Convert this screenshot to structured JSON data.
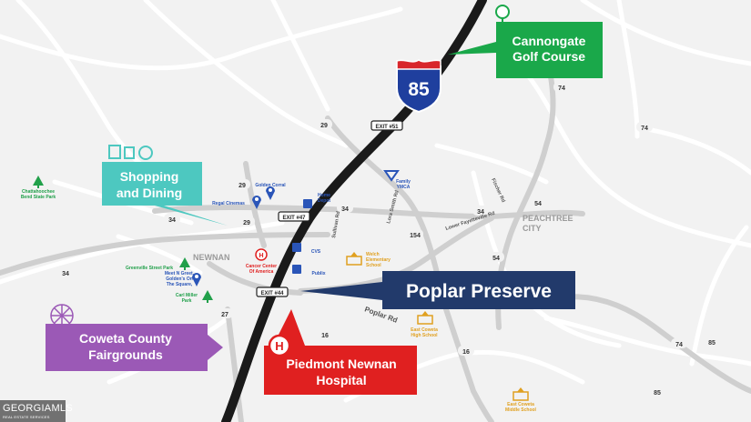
{
  "callouts": {
    "cannongate": "Cannongate\nGolf Course",
    "shopping": "Shopping\nand Dining",
    "fairgrounds": "Coweta County\nFairgrounds",
    "poplar": "Poplar Preserve",
    "piedmont": "Piedmont Newnan\nHospital"
  },
  "colors": {
    "cannongate": "#1aa84a",
    "shopping": "#4dc8c0",
    "fairgrounds": "#9b59b6",
    "poplar": "#223a6b",
    "piedmont": "#e02020",
    "poi_blue": "#2a55b8",
    "school": "#e0a020",
    "park": "#21a04a"
  },
  "interstate": "85",
  "exits": [
    "EXIT #51",
    "EXIT #47",
    "EXIT #44"
  ],
  "places": {
    "newnan": "NEWNAN",
    "peachtree": "PEACHTREE\nCITY"
  },
  "routes": [
    "29",
    "29",
    "34",
    "34",
    "34",
    "34",
    "27",
    "16",
    "16",
    "154",
    "54",
    "54",
    "74",
    "74",
    "74",
    "85",
    "85",
    "29"
  ],
  "streets": [
    "Poplar Rd",
    "Lower Fayetteville Rd",
    "Sullivan Rd",
    "Lora Smith Rd",
    "Fischer Rd"
  ],
  "pois": {
    "chattahoochee": "Chattahoochee\nBend State Park",
    "regal": "Regal Cinemas",
    "golden_corral": "Golden Corral",
    "home_depot": "Home\nDepot",
    "family_ymca": "Family\nYMCA",
    "cvs": "CVS",
    "publix": "Publix",
    "cancer": "Cancer Center\nOf America",
    "welch": "Welch\nElementary\nSchool",
    "greenville": "Greenville Street Park",
    "meet_greet": "Meet N Greet,\nGolden's On\nThe Square,",
    "carl_miller": "Carl Miller\nPark",
    "east_coweta_high": "East Coweta\nHigh School",
    "east_coweta_middle": "East Coweta\nMiddle School"
  },
  "watermark": {
    "name": "GEORGIAMLS",
    "sub": "REAL ESTATE SERVICES"
  }
}
